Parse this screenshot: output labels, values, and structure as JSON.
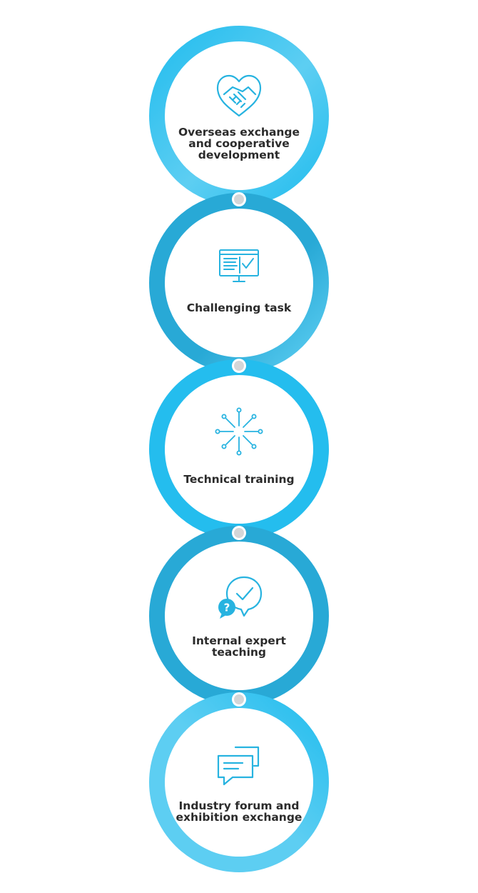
{
  "colors": {
    "ring_light": "#5DCEF2",
    "ring_bright": "#24BDEE",
    "ring_dark": "#28A9D6",
    "inner": "#ffffff",
    "connector": "#D4D6D8",
    "icon": "#27B3E0",
    "text": "#2b2b2b"
  },
  "steps": [
    {
      "label": "Overseas exchange\nand cooperative\ndevelopment",
      "icon": "handshake-heart-icon"
    },
    {
      "label": "Challenging task",
      "icon": "monitor-checklist-icon"
    },
    {
      "label": "Technical training",
      "icon": "burst-network-icon"
    },
    {
      "label": "Internal expert\nteaching",
      "icon": "speech-check-question-icon"
    },
    {
      "label": "Industry forum and\nexhibition exchange",
      "icon": "chat-bubbles-icon"
    }
  ]
}
